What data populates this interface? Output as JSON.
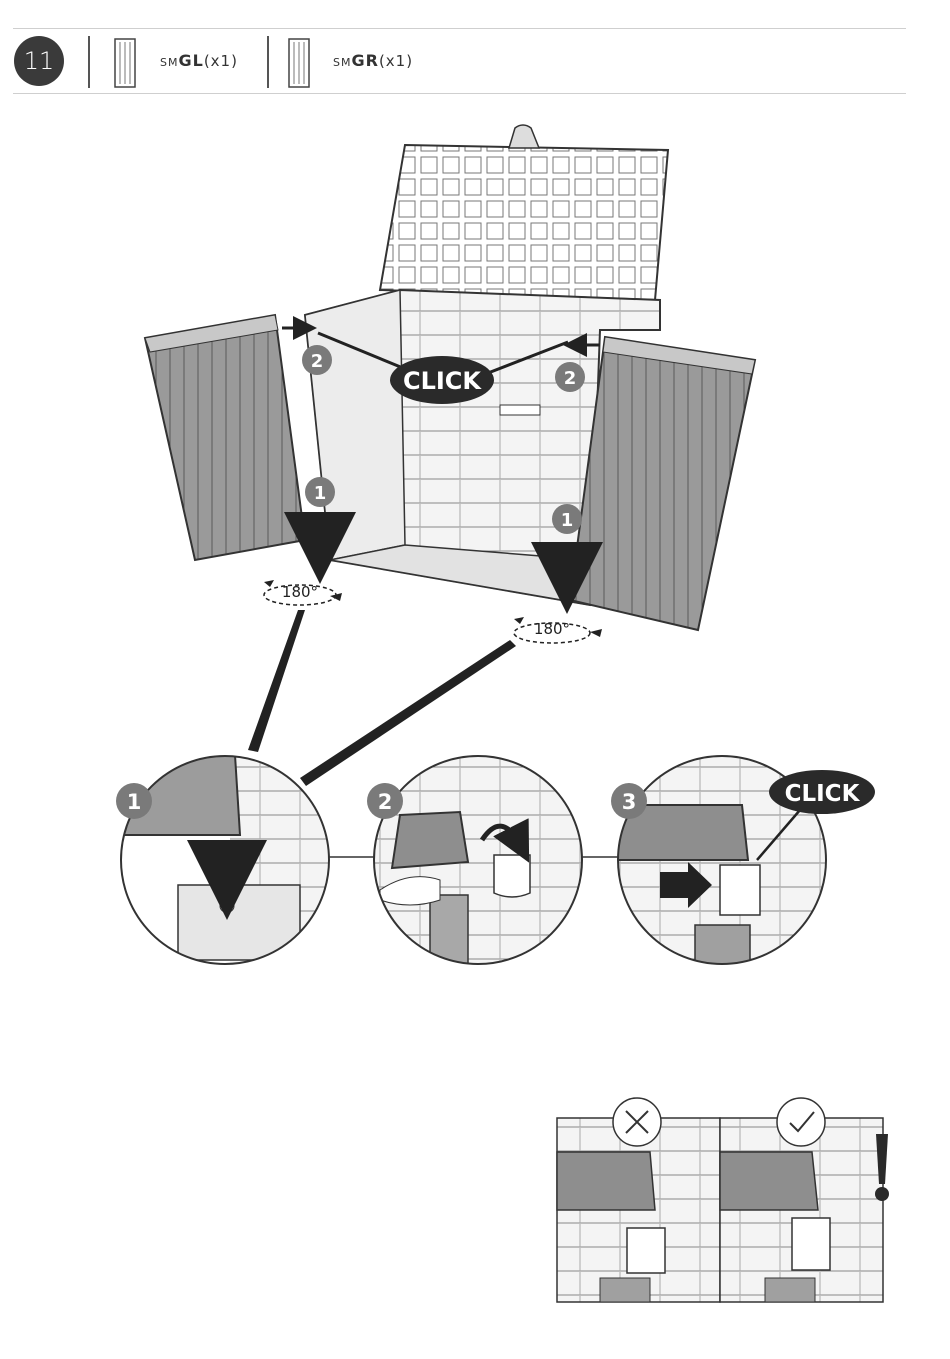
{
  "header": {
    "step_number": "11",
    "parts": [
      {
        "prefix": "SM",
        "code": "GL",
        "qty": "(x1)"
      },
      {
        "prefix": "SM",
        "code": "GR",
        "qty": "(x1)"
      }
    ]
  },
  "main": {
    "click_label": "CLICK",
    "rotation_label": "180°",
    "callouts": [
      "1",
      "2"
    ]
  },
  "details": {
    "steps": [
      "1",
      "2",
      "3"
    ],
    "click_label": "CLICK"
  },
  "comparison": {
    "wrong_icon": "cross-icon",
    "right_icon": "check-icon",
    "warning_icon": "exclamation-icon"
  }
}
